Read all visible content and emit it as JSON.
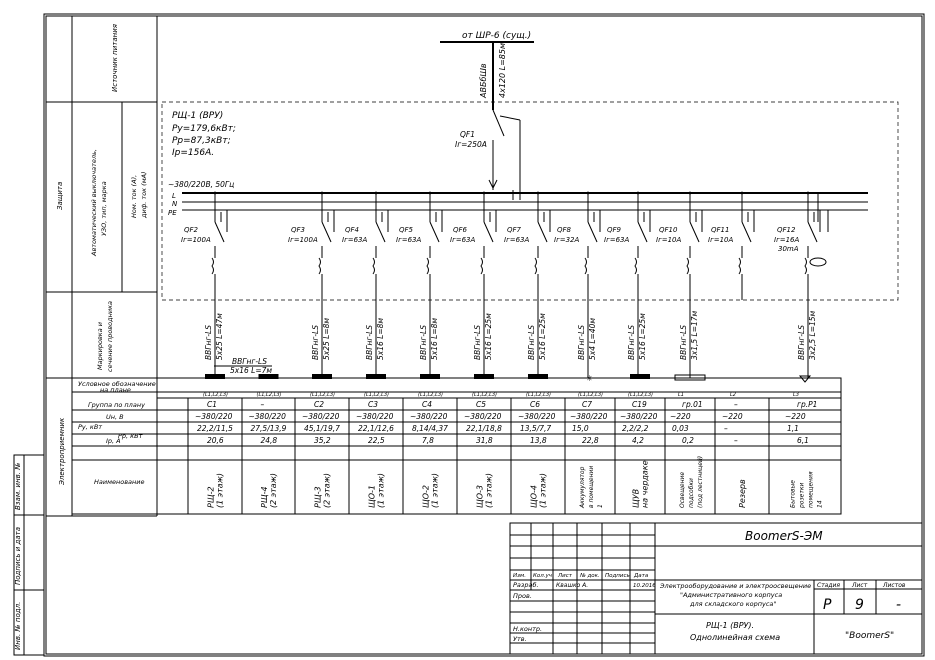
{
  "left_stamp": {
    "col1": [
      "Инв. № подл.",
      "Подпись и дата",
      "Взам. инв. №"
    ]
  },
  "left_table": {
    "source": "Источник питания",
    "protection": "Защита",
    "protection_sub": [
      "Автоматический выключатель,",
      "УЗО, тип, марка"
    ],
    "protection_sub2": [
      "Ном. ток (А),",
      "диф. ток (мА)"
    ],
    "marking": [
      "Маркировка и",
      "сечение проводника"
    ],
    "consumer": "Электроприемник"
  },
  "feeder": {
    "from": "от ШР-6 (сущ.)",
    "cable": "АВБбШв",
    "cable_spec": "4х120 L=85м",
    "qf1": "QF1",
    "qf1_rating": "Iг=250А"
  },
  "panel": {
    "title": "РЩ-1 (ВРУ)",
    "params": [
      "Ру=179,6кВт;",
      "Рр=87,3кВт;",
      "Iр=156А."
    ],
    "voltage": "~380/220В, 50Гц",
    "bus_labels": [
      "L",
      "N",
      "PE"
    ]
  },
  "cable_extra": {
    "name": "ВВГнг-LS",
    "spec": "5х16 L=7м"
  },
  "row_headers": {
    "symbol": [
      "Условное обозначение",
      "на плане"
    ],
    "group": "Группа по плану",
    "un": "Uн, В",
    "pu": "Ру, кВт",
    "pr": "Рр, кВт",
    "ip": "Iр, А",
    "name": "Наименование"
  },
  "circuits": [
    {
      "qf": "QF2",
      "rating": "Iг=100А",
      "cable": "ВВГнг-LS",
      "spec": "5х25 L=47м",
      "symbol": "(L1,L2,L3)",
      "group": "С1",
      "un": "~380/220",
      "pw": "22,2/11,5",
      "ip": "20,6",
      "name": [
        "РЩ-2",
        "(1 этаж)"
      ]
    },
    {
      "qf": "",
      "rating": "",
      "cable": "",
      "spec": "",
      "symbol": "(L1,L2,L3)",
      "group": "–",
      "un": "~380/220",
      "pw": "27,5/13,9",
      "ip": "24,8",
      "name": [
        "РЩ-4",
        "(2 этаж)"
      ]
    },
    {
      "qf": "QF3",
      "rating": "Iг=100А",
      "cable": "ВВГнг-LS",
      "spec": "5х25 L=8м",
      "symbol": "(L1,L2,L3)",
      "group": "С2",
      "un": "~380/220",
      "pw": "45,1/19,7",
      "ip": "35,2",
      "name": [
        "РЩ-3",
        "(2 этаж)"
      ]
    },
    {
      "qf": "QF4",
      "rating": "Iг=63А",
      "cable": "ВВГнг-LS",
      "spec": "5х16 L=8м",
      "symbol": "(L1,L2,L3)",
      "group": "С3",
      "un": "~380/220",
      "pw": "22,1/12,6",
      "ip": "22,5",
      "name": [
        "ЩО-1",
        "(1 этаж)"
      ]
    },
    {
      "qf": "QF5",
      "rating": "Iг=63А",
      "cable": "ВВГнг-LS",
      "spec": "5х16 L=8м",
      "symbol": "(L1,L2,L3)",
      "group": "С4",
      "un": "~380/220",
      "pw": "8,14/4,37",
      "ip": "7,8",
      "name": [
        "ЩО-2",
        "(1 этаж)"
      ]
    },
    {
      "qf": "QF6",
      "rating": "Iг=63А",
      "cable": "ВВГнг-LS",
      "spec": "5х16 L=25м",
      "symbol": "(L1,L2,L3)",
      "group": "С5",
      "un": "~380/220",
      "pw": "22,1/18,8",
      "ip": "31,8",
      "name": [
        "ЩО-3",
        "(1 этаж)"
      ]
    },
    {
      "qf": "QF7",
      "rating": "Iг=63А",
      "cable": "ВВГнг-LS",
      "spec": "5х16 L=25м",
      "symbol": "(L1,L2,L3)",
      "group": "С6",
      "un": "~380/220",
      "pw": "13,5/7,7",
      "ip": "13,8",
      "name": [
        "ЩО-4",
        "(1 этаж)"
      ]
    },
    {
      "qf": "QF8",
      "rating": "Iг=32А",
      "cable": "ВВГнг-LS",
      "spec": "5х4 L=40м",
      "symbol": "(L1,L2,L3)",
      "group": "С7",
      "un": "~380/220",
      "pw": "15,0",
      "ip": "22,8",
      "name": [
        "Аккумулятор",
        "в помещении",
        "1"
      ]
    },
    {
      "qf": "QF9",
      "rating": "Iг=63А",
      "cable": "ВВГнг-LS",
      "spec": "5х16 L=25м",
      "symbol": "(L1,L2,L3)",
      "group": "С19",
      "un": "~380/220",
      "pw": "2,2/2,2",
      "ip": "4,2",
      "name": [
        "ЩУВ",
        "на чердаке"
      ]
    },
    {
      "qf": "QF10",
      "rating": "Iг=10А",
      "cable": "ВВГнг-LS",
      "spec": "3х1,5 L=17м",
      "symbol": "L1",
      "group": "гр.01",
      "un": "~220",
      "pw": "0,03",
      "ip": "0,2",
      "name": [
        "Освещение",
        "подсобки",
        "(под лестницей)"
      ]
    },
    {
      "qf": "QF11",
      "rating": "Iг=10А",
      "cable": "",
      "spec": "",
      "symbol": "L2",
      "group": "–",
      "un": "~220",
      "pw": "–",
      "ip": "–",
      "name": [
        "Резерв"
      ]
    },
    {
      "qf": "QF12",
      "rating": "Iг=16А",
      "rating2": "30mA",
      "cable": "ВВГнг-LS",
      "spec": "3х2,5 L=15м",
      "symbol": "L3",
      "group": "гр.Р1",
      "un": "~220",
      "pw": "1,1",
      "ip": "6,1",
      "name": [
        "Бытовые",
        "розетки",
        "помещения",
        "14"
      ]
    }
  ],
  "title_block": {
    "company": "BoomerS-ЭМ",
    "headers": [
      "Изм.",
      "Кол.уч",
      "Лист",
      "№ док.",
      "Подпись",
      "Дата"
    ],
    "razrab_label": "Разраб.",
    "razrab_name": "Квашко А.",
    "razrab_date": "10.2016",
    "prov_label": "Пров.",
    "nkontr_label": "Н.контр.",
    "utv_label": "Утв.",
    "project": [
      "Электрооборудование и электроосвещение",
      "\"Административного корпуса",
      "для складского корпуса\""
    ],
    "stage_label": "Стадия",
    "sheet_label": "Лист",
    "sheets_label": "Листов",
    "stage": "Р",
    "sheet": "9",
    "sheets": "-",
    "drawing": [
      "РЩ-1 (ВРУ).",
      "Однолинейная схема"
    ],
    "org": "\"BoomerS\""
  }
}
